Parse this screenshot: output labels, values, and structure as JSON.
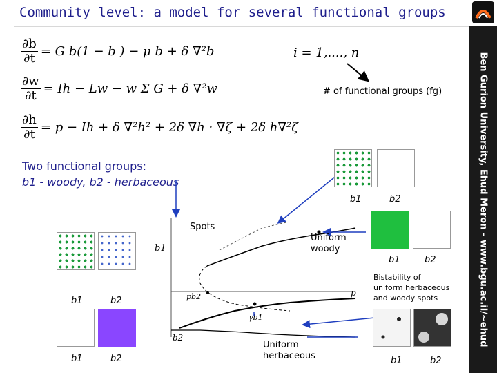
{
  "header": {
    "title": "Community level: a model for several functional groups"
  },
  "sidebar": {
    "credit": "Ben Gurion University, Ehud Meron - www.bgu.ac.il/~ehud"
  },
  "equations": {
    "eq1": {
      "num": "∂b",
      "den": "∂t",
      "rhs": "= G b(1 − b ) − μ b + δ ∇²b"
    },
    "eq2": {
      "num": "∂w",
      "den": "∂t",
      "rhs": "= Ih − Lw − w Σ G + δ ∇²w"
    },
    "eq3": {
      "num": "∂h",
      "den": "∂t",
      "rhs": "= p − Ih + δ ∇²h² + 2δ ∇h · ∇ζ + 2δ h∇²ζ"
    },
    "index": "i = 1,...., n"
  },
  "annotations": {
    "fg_note": "# of functional groups (fg)",
    "two_groups_line1": "Two functional groups:",
    "two_groups_line2": "b1 - woody, b2 - herbaceous",
    "spots": "Spots",
    "uniform_woody_1": "Uniform",
    "uniform_woody_2": "woody",
    "uniform_herb_1": "Uniform",
    "uniform_herb_2": "herbaceous",
    "bistability_1": "Bistability of",
    "bistability_2": "uniform herbaceous",
    "bistability_3": "and woody spots"
  },
  "labels": {
    "b1": "b1",
    "b2": "b2"
  },
  "diagram": {
    "axis_b1": "b1",
    "axis_b2": "b2",
    "axis_p": "p",
    "pb2": "pb2",
    "gamma_b1": "γb1"
  },
  "colors": {
    "title_blue": "#1f1f8c",
    "woody_green": "#1fbf3f",
    "herb_purple": "#8a46ff",
    "dots_green": "#1a9a3a",
    "dots_blue": "#4466cc"
  }
}
